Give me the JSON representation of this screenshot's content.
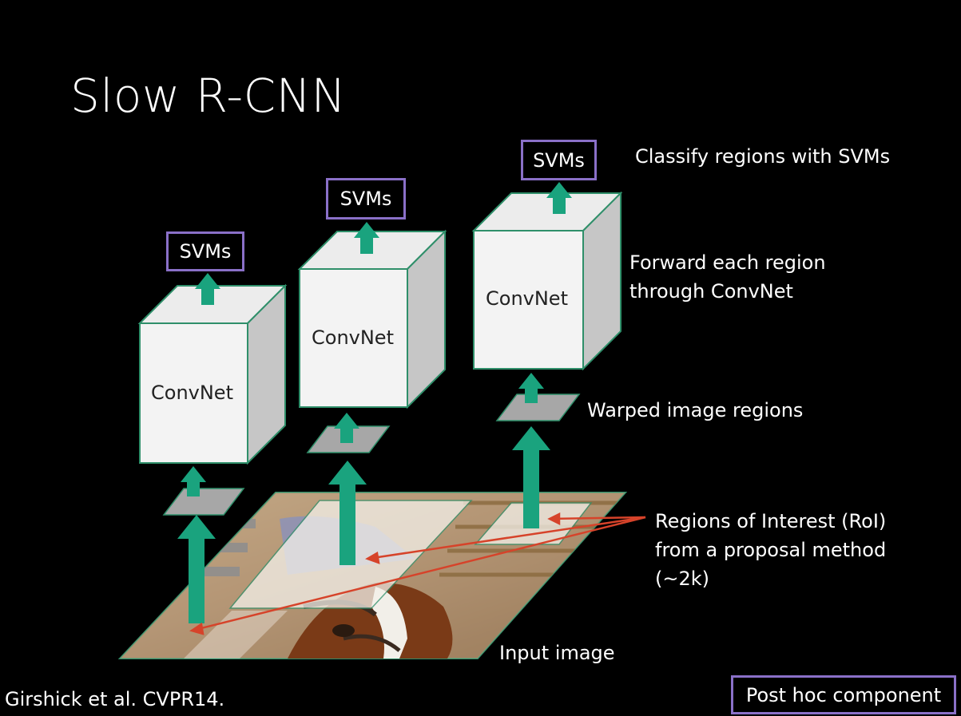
{
  "title": "Slow R-CNN",
  "svm_label": "SVMs",
  "convnet_label": "ConvNet",
  "annotations": {
    "classify": "Classify regions with SVMs",
    "forward_1": "Forward each region",
    "forward_2": "through ConvNet",
    "warped": "Warped image regions",
    "roi_1": "Regions of Interest (RoI)",
    "roi_2": "from a proposal method",
    "roi_3": "(~2k)",
    "input": "Input image"
  },
  "citation": "Girshick et al. CVPR14.",
  "posthoc": "Post hoc component",
  "colors": {
    "arrow_green": "#1aa37e",
    "box_border": "#8a70c8",
    "cube_edge": "#2f8f6a",
    "roi_line": "#d6432a"
  }
}
